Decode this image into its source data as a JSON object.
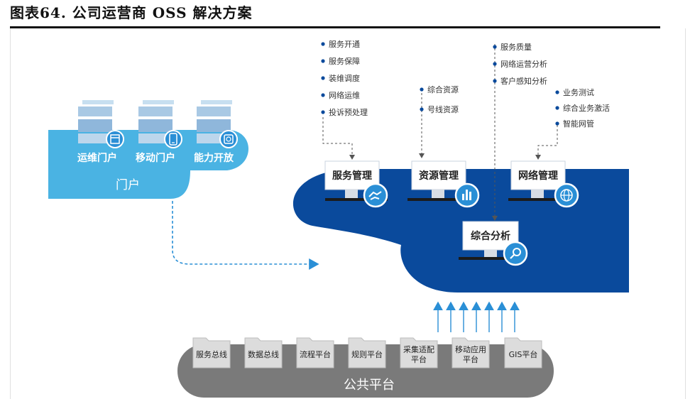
{
  "figure": {
    "title": "图表64. 公司运营商 OSS 解决方案"
  },
  "portal": {
    "title": "门户",
    "items": [
      {
        "label": "运维门户",
        "icon": "window-icon"
      },
      {
        "label": "移动门户",
        "icon": "mobile-icon"
      },
      {
        "label": "能力开放",
        "icon": "api-icon"
      }
    ]
  },
  "modules": {
    "service": {
      "label": "服务管理",
      "icon": "handshake-icon"
    },
    "resource": {
      "label": "资源管理",
      "icon": "bar-chart-icon"
    },
    "network": {
      "label": "网络管理",
      "icon": "globe-icon"
    },
    "analysis": {
      "label": "综合分析",
      "icon": "magnifier-icon"
    }
  },
  "feature_lists": {
    "service": [
      "服务开通",
      "服务保障",
      "装维调度",
      "网络运维",
      "投诉预处理"
    ],
    "resource": [
      "综合资源",
      "号线资源"
    ],
    "analysis": [
      "服务质量",
      "网络运营分析",
      "客户感知分析"
    ],
    "network": [
      "业务测试",
      "综合业务激活",
      "智能网管"
    ]
  },
  "public_platform": {
    "title": "公共平台",
    "items": [
      {
        "lines": [
          "服务总线"
        ]
      },
      {
        "lines": [
          "数据总线"
        ]
      },
      {
        "lines": [
          "流程平台"
        ]
      },
      {
        "lines": [
          "规则平台"
        ]
      },
      {
        "lines": [
          "采集适配",
          "平台"
        ]
      },
      {
        "lines": [
          "移动应用",
          "平台"
        ]
      },
      {
        "lines": [
          "GIS平台"
        ]
      }
    ]
  },
  "colors": {
    "portal_blue": "#4ab3e3",
    "core_blue": "#0a4a9c",
    "platform_gray": "#7a7a7a",
    "accent_blue": "#2a8fd6"
  }
}
